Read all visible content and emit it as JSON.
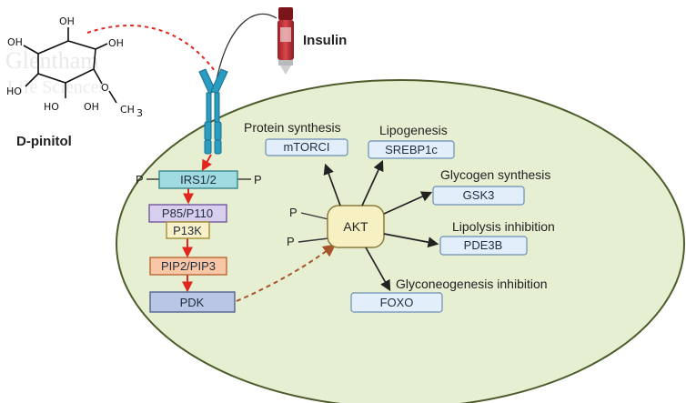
{
  "molecule": {
    "name": "D-pinitol",
    "groups": [
      "OH",
      "OH",
      "OH",
      "HO",
      "HO",
      "OH",
      "O",
      "CH",
      "3"
    ],
    "watermark": [
      "Glentham",
      "Life Sciences"
    ]
  },
  "hormone": {
    "name": "Insulin"
  },
  "cascade": {
    "irs": "IRS1/2",
    "p85": "P85/P110",
    "pi3k": "P13K",
    "pip": "PIP2/PIP3",
    "pdk": "PDK",
    "phospho": "P"
  },
  "akt": {
    "label": "AKT",
    "phospho": "P"
  },
  "targets": [
    {
      "process": "Protein synthesis",
      "gene": "mTORCI"
    },
    {
      "process": "Lipogenesis",
      "gene": "SREBP1c"
    },
    {
      "process": "Glycogen synthesis",
      "gene": "GSK3"
    },
    {
      "process": "Lipolysis inhibition",
      "gene": "PDE3B"
    },
    {
      "process": "Glyconeogenesis inhibition",
      "gene": "FOXO"
    }
  ],
  "colors": {
    "cell_fill": "#e6efd2",
    "cell_stroke": "#4d5c2b",
    "irs_fill": "#9fdbe0",
    "p85_fill": "#d8cfee",
    "pi3k_fill": "#f8f1c9",
    "pip_fill": "#f9c7a6",
    "pdk_fill": "#b9c6e6",
    "akt_fill": "#f7f0c2",
    "target_fill": "#e3eefb",
    "arrow_red": "#e0261d",
    "dash_red": "#e0261d",
    "dash_brown": "#a8542b",
    "receptor": "#2a9cc2"
  }
}
